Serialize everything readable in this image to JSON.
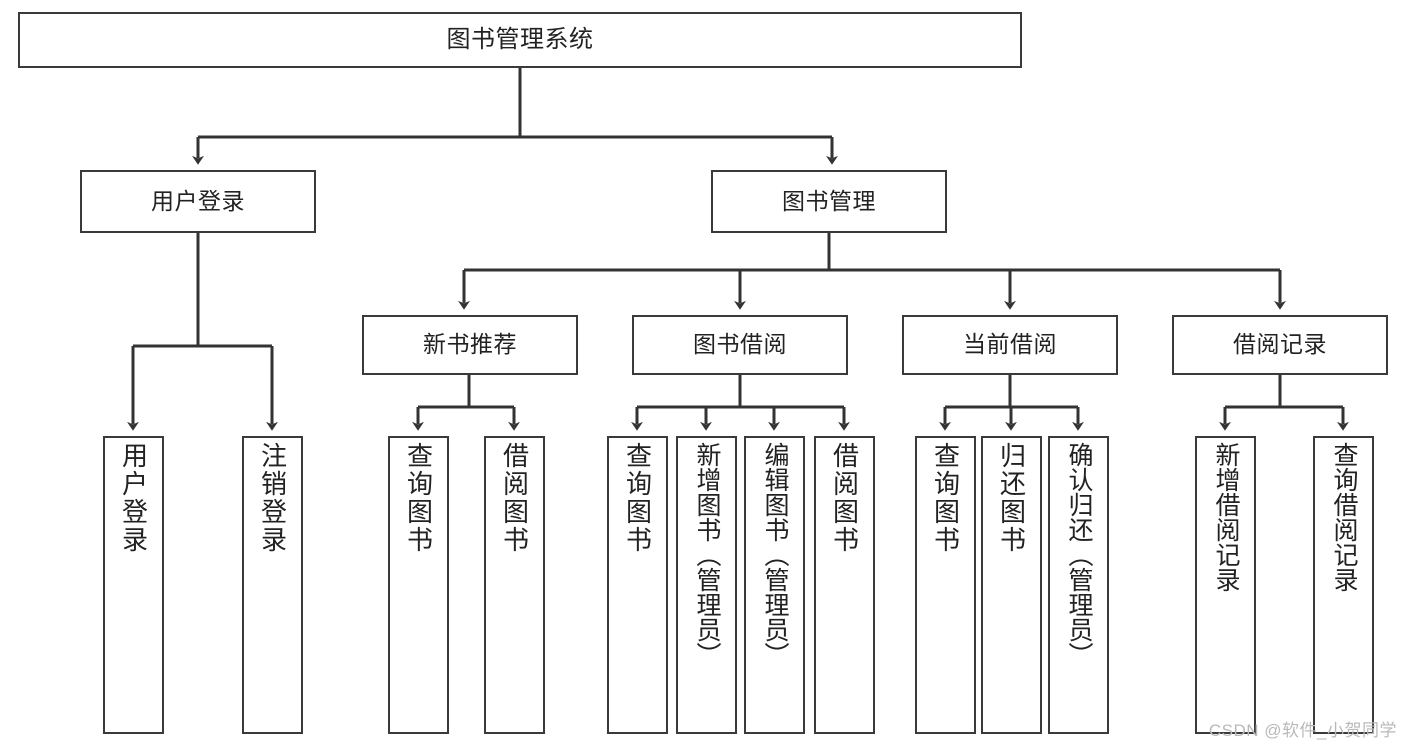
{
  "diagram": {
    "title": "图书管理系统",
    "type": "hierarchy-tree",
    "watermark": "CSDN @软件_小贺同学",
    "colors": {
      "box_border": "#3a3a3a",
      "box_fill": "#ffffff",
      "connector": "#333333",
      "text": "#222222",
      "watermark": "#b9b9b9"
    },
    "root": {
      "label": "图书管理系统"
    },
    "level2": [
      {
        "label": "用户登录"
      },
      {
        "label": "图书管理"
      }
    ],
    "level3": [
      {
        "label": "新书推荐"
      },
      {
        "label": "图书借阅"
      },
      {
        "label": "当前借阅"
      },
      {
        "label": "借阅记录"
      }
    ],
    "leaves": {
      "user_login": [
        {
          "label": "用户登录"
        },
        {
          "label": "注销登录"
        }
      ],
      "new_book": [
        {
          "label": "查询图书"
        },
        {
          "label": "借阅图书"
        }
      ],
      "book_borrow": [
        {
          "label": "查询图书"
        },
        {
          "label": "新增图书（管理员）"
        },
        {
          "label": "编辑图书（管理员）"
        },
        {
          "label": "借阅图书"
        }
      ],
      "current_borrow": [
        {
          "label": "查询图书"
        },
        {
          "label": "归还图书"
        },
        {
          "label": "确认归还（管理员）"
        }
      ],
      "borrow_record": [
        {
          "label": "新增借阅记录"
        },
        {
          "label": "查询借阅记录"
        }
      ]
    }
  }
}
